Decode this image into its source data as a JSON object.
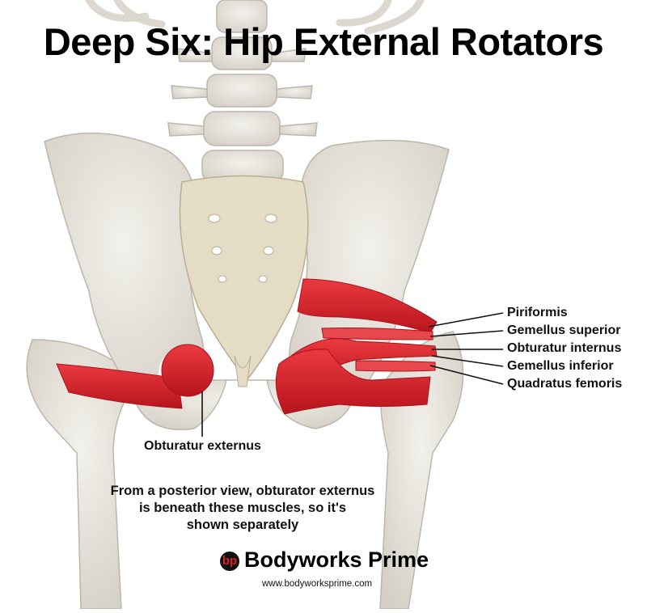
{
  "title": "Deep Six: Hip External Rotators",
  "labels": {
    "piriformis": "Piriformis",
    "gemellus_superior": "Gemellus superior",
    "obturatur_internus": "Obturatur internus",
    "gemellus_inferior": "Gemellus inferior",
    "quadratus_femoris": "Quadratus femoris",
    "obturatur_externus": "Obturatur externus"
  },
  "note": {
    "line1": "From a posterior view, obturator externus",
    "line2": "is beneath these muscles, so it's",
    "line3": "shown separately"
  },
  "brand": {
    "logo_letters": "bp",
    "name": "Bodyworks Prime",
    "url": "www.bodyworksprime.com"
  },
  "colors": {
    "bone": "#e9e6df",
    "bone_shadow": "#cfcac0",
    "sacrum": "#e4dcc4",
    "muscle": "#d9232c",
    "muscle_dark": "#a8121b"
  }
}
